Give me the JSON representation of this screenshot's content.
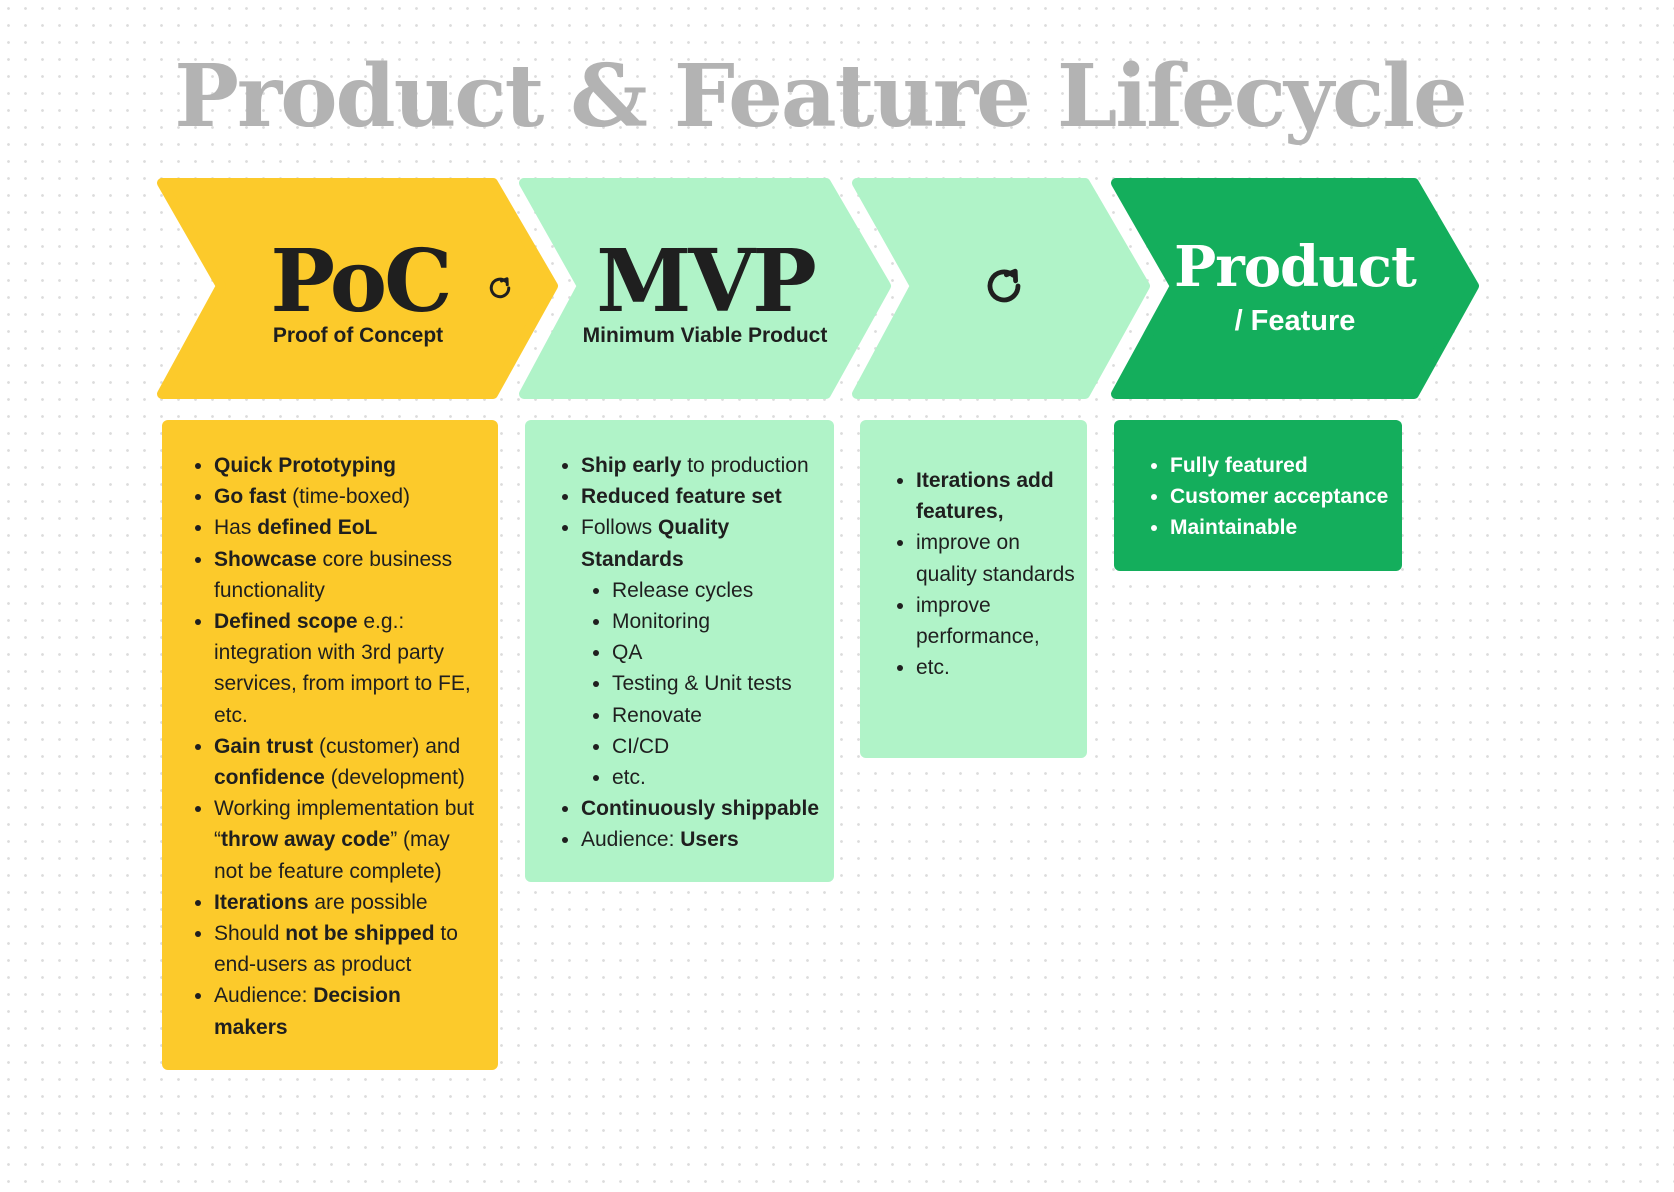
{
  "title": "Product & Feature Lifecycle",
  "colors": {
    "poc": "#fcca2b",
    "mvp": "#b0f3c8",
    "product": "#14ae5c",
    "title_text": "#b3b3b3",
    "body_text": "#1f1f1f"
  },
  "stages": {
    "poc": {
      "title": "PoC",
      "subtitle": "Proof of Concept",
      "icon": "refresh-icon"
    },
    "mvp": {
      "title": "MVP",
      "subtitle": "Minimum Viable Product"
    },
    "iterate": {
      "icon": "refresh-icon"
    },
    "product": {
      "title": "Product",
      "subtitle": "/ Feature"
    }
  },
  "poc_list": {
    "i0": {
      "b": "Quick Prototyping"
    },
    "i1": {
      "b": "Go fast",
      "t": " (time-boxed)"
    },
    "i2": {
      "t": "Has ",
      "b": "defined EoL"
    },
    "i3": {
      "b": "Showcase",
      "t": " core business functionality"
    },
    "i4": {
      "b": "Defined scope",
      "t": " e.g.: integration with 3rd party services, from import to FE, etc."
    },
    "i5": {
      "b": "Gain trust",
      "t": " (customer) and ",
      "b2": "confidence",
      "t2": " (development)"
    },
    "i6": {
      "t": "Working implementation but “",
      "b": "throw away code",
      "t2": "” (may not be feature complete)"
    },
    "i7": {
      "b": "Iterations",
      "t": " are possible"
    },
    "i8": {
      "t": "Should ",
      "b": "not be shipped",
      "t2": " to end-users as product"
    },
    "i9": {
      "t": "Audience: ",
      "b": "Decision makers"
    }
  },
  "mvp_list": {
    "i0": {
      "b": "Ship early",
      "t": " to production"
    },
    "i1": {
      "b": "Reduced feature set"
    },
    "i2": {
      "t": "Follows ",
      "b": "Quality Standards"
    },
    "sub": [
      "Release cycles",
      "Monitoring",
      "QA",
      "Testing & Unit tests",
      "Renovate",
      "CI/CD",
      "etc."
    ],
    "i3": {
      "b": "Continuously shippable"
    },
    "i4": {
      "t": "Audience: ",
      "b": "Users"
    }
  },
  "iter_list": {
    "i0": {
      "b": "Iterations add features,"
    },
    "i1": "improve on quality standards",
    "i2": "improve performance,",
    "i3": "etc."
  },
  "product_list": [
    "Fully featured",
    "Customer acceptance",
    "Maintainable"
  ]
}
